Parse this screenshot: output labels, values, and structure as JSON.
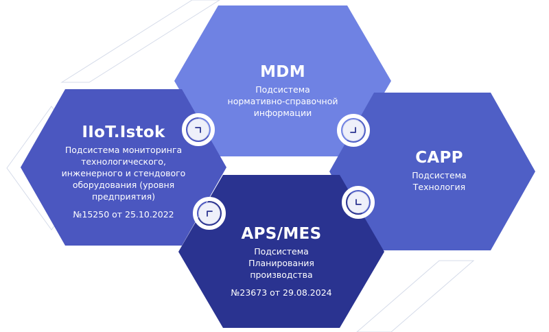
{
  "colors": {
    "mdm": "#6f82e3",
    "iiot": "#4b57c0",
    "capp": "#4f5fc6",
    "apsmes": "#2a3390",
    "outline": "#d5dbe9",
    "badge_bg": "#eef0fa",
    "badge_icon": "#2a3390",
    "connector_ring": "#ffffff"
  },
  "modules": {
    "mdm": {
      "title": "MDM",
      "line1": "Подсистема",
      "line2": "нормативно-справочной",
      "line3": "информации"
    },
    "iiot": {
      "title": "IIoT.Istok",
      "line1": "Подсистема  мониторинга",
      "line2": "технологического,",
      "line3": "инженерного и стендового",
      "line4": "оборудования  (уровня",
      "line5": "предприятия)",
      "reg": "№15250 от 25.10.2022"
    },
    "capp": {
      "title": "CAPP",
      "line1": "Подсистема",
      "line2": "Технология"
    },
    "apsmes": {
      "title": "APS/MES",
      "line1": "Подсистема",
      "line2": "Планирования",
      "line3": "производства",
      "reg": "№23673 от 29.08.2024"
    }
  },
  "connectors": {
    "iiot_mdm": {
      "icon": "corner-top-right-icon"
    },
    "mdm_capp": {
      "icon": "corner-bottom-right-icon"
    },
    "iiot_apsmes": {
      "icon": "corner-top-left-icon"
    },
    "capp_apsmes": {
      "icon": "corner-bottom-left-icon"
    }
  }
}
